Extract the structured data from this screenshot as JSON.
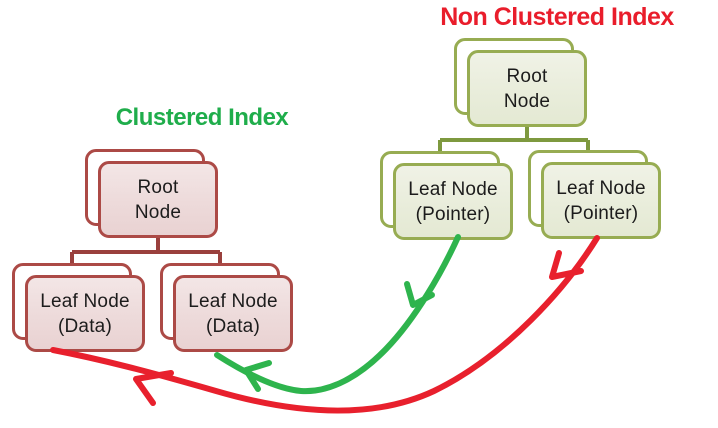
{
  "colors": {
    "title-green": "#1FAD4B",
    "title-red": "#E91D2B",
    "red-border": "#AC4A46",
    "red-line": "#9A403D",
    "red-fill-top": "#F3E6E6",
    "red-fill": "#EDDADA",
    "red-fill-bottom": "#E9D2D2",
    "green-border": "#97AC52",
    "green-line": "#7E993F",
    "green-fill-top": "#F0F2E6",
    "green-fill": "#E9EDDB",
    "green-fill-bottom": "#E4E9D3",
    "arrow-green": "#2EB44D",
    "arrow-red": "#E8202D",
    "label-text": "#1C1C1C"
  },
  "clustered": {
    "title": "Clustered Index",
    "root_label": "Root\nNode",
    "leaf1_label": "Leaf Node\n(Data)",
    "leaf2_label": "Leaf Node\n(Data)"
  },
  "non_clustered": {
    "title": "Non Clustered Index",
    "root_label": "Root\nNode",
    "leaf1_label": "Leaf Node\n(Pointer)",
    "leaf2_label": "Leaf Node\n(Pointer)"
  }
}
